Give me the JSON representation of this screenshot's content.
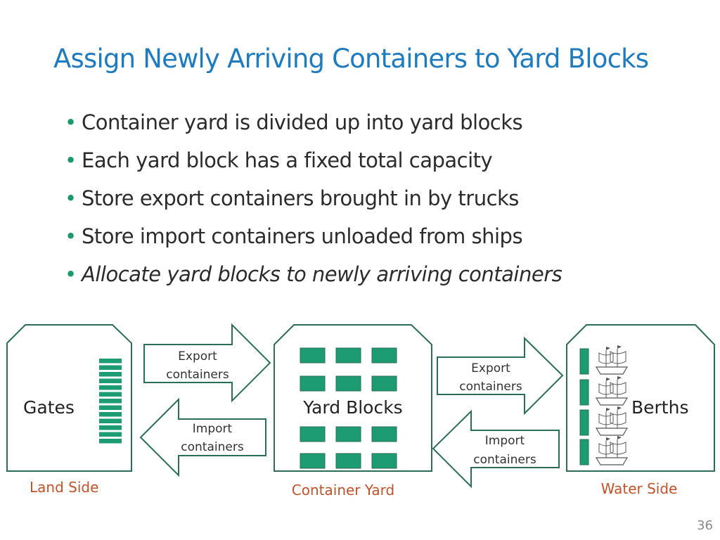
{
  "title": "Assign Newly Arriving Containers to Yard Blocks",
  "bullets": [
    {
      "text": "Container yard is divided up into yard blocks",
      "italic": false
    },
    {
      "text": "Each yard block has a fixed total capacity",
      "italic": false
    },
    {
      "text": "Store export containers brought in by trucks",
      "italic": false
    },
    {
      "text": "Store import containers unloaded from ships",
      "italic": false
    },
    {
      "text": "Allocate yard blocks to newly arriving containers",
      "italic": true
    }
  ],
  "diagram": {
    "gates": {
      "label": "Gates",
      "side_label": "Land Side"
    },
    "yard": {
      "label": "Yard Blocks",
      "side_label": "Container Yard"
    },
    "berths": {
      "label": "Berths",
      "side_label": "Water Side"
    },
    "arrows": {
      "left_export": {
        "line1": "Export",
        "line2": "containers"
      },
      "left_import": {
        "line1": "Import",
        "line2": "containers"
      },
      "right_export": {
        "line1": "Export",
        "line2": "containers"
      },
      "right_import": {
        "line1": "Import",
        "line2": "containers"
      }
    },
    "colors": {
      "outline": "#2a6e57",
      "fill": "#1d9b72",
      "side_label": "#c0532a"
    }
  },
  "page_number": "36"
}
